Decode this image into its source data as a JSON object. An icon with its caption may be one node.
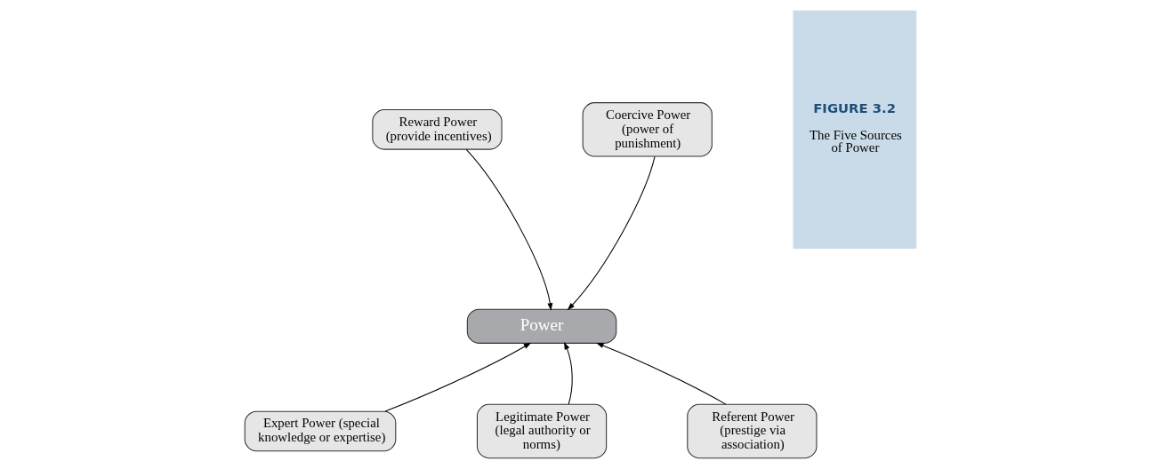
{
  "diagram": {
    "nodes": [
      {
        "text": [
          "Reward Power (provide incentives)"
        ]
      },
      {
        "text": [
          "Coercive Power (power of punishment)"
        ]
      },
      {
        "text": [
          "Power"
        ]
      },
      {
        "text": [
          "Expert Power (special knowledge or expertise)"
        ]
      },
      {
        "text": [
          "Legitimate Power (legal authority or norms)"
        ]
      },
      {
        "text": [
          "Referent Power (prestige via association)"
        ]
      },
      {
        "text": [
          "FIGURE 3.2",
          "The Five Sources of Power"
        ]
      }
    ],
    "edges": [
      {
        "from": 0,
        "to": 2,
        "arrow": "to"
      },
      {
        "from": 1,
        "to": 2,
        "arrow": "to"
      },
      {
        "from": 3,
        "to": 2,
        "arrow": "to"
      },
      {
        "from": 4,
        "to": 2,
        "arrow": "to"
      },
      {
        "from": 5,
        "to": 2,
        "arrow": "to"
      }
    ]
  }
}
